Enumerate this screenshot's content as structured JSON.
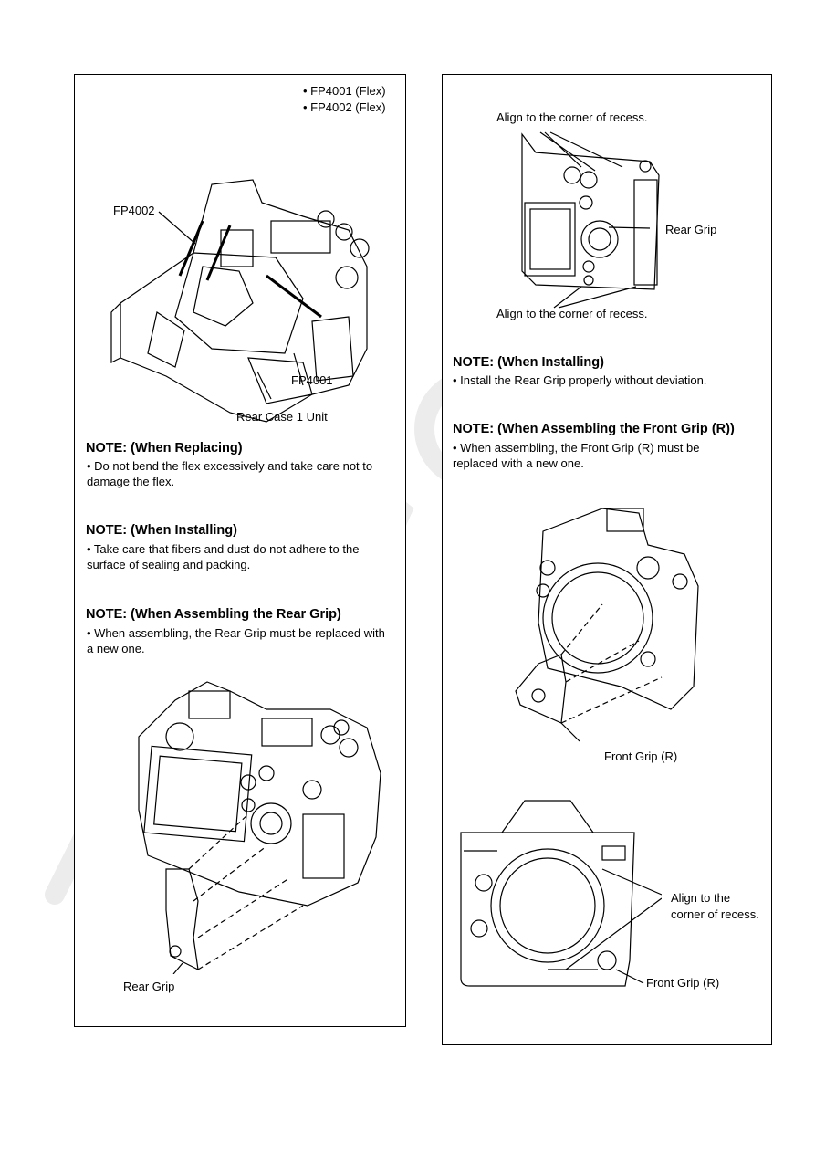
{
  "left_panel": {
    "flex_labels": [
      "• FP4001 (Flex)",
      "• FP4002 (Flex)"
    ],
    "fig1_labels": {
      "fp4002": "FP4002",
      "fp4001": "FP4001",
      "rear_case": "Rear Case 1 Unit"
    },
    "note_replacing": {
      "heading": "NOTE: (When Replacing)",
      "body": "• Do not bend the flex excessively and take care not to damage the flex."
    },
    "note_installing": {
      "heading": "NOTE: (When Installing)",
      "body": "• Take care that fibers and dust do not adhere to the surface of sealing and packing."
    },
    "note_rear_grip": {
      "heading": "NOTE: (When Assembling the Rear Grip)",
      "body": "• When assembling, the Rear Grip must be replaced with a new one."
    },
    "fig2_labels": {
      "rear_grip": "Rear Grip"
    }
  },
  "right_panel": {
    "fig3_labels": {
      "align_top": "Align to the corner of recess.",
      "rear_grip": "Rear Grip",
      "align_bottom": "Align to the corner of recess."
    },
    "note_installing": {
      "heading": "NOTE: (When Installing)",
      "body": "• Install the Rear Grip properly without deviation."
    },
    "note_front_grip": {
      "heading": "NOTE: (When Assembling the Front Grip (R))",
      "body": "• When assembling, the Front Grip (R) must be replaced with a new one."
    },
    "fig4_labels": {
      "front_grip": "Front Grip (R)"
    },
    "fig5_labels": {
      "align_line1": "Align to the",
      "align_line2": "corner of recess.",
      "front_grip": "Front Grip (R)"
    }
  },
  "watermark": {
    "color": "#e6e6e6"
  }
}
